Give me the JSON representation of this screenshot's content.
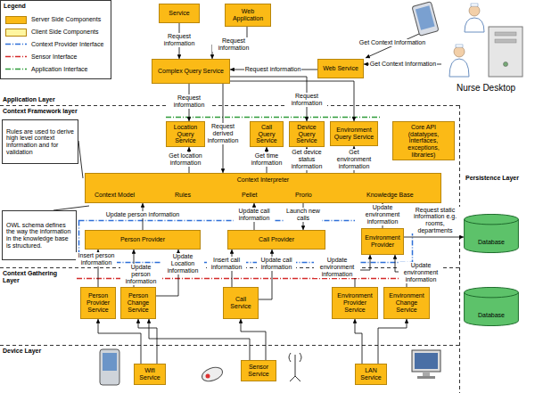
{
  "diagram": {
    "nodes": [
      {
        "text": [
          "Service"
        ]
      },
      {
        "text": [
          "Web Application"
        ]
      },
      {
        "text": [
          "Complex Query Service"
        ]
      },
      {
        "text": [
          "Web Service"
        ]
      },
      {
        "text": [
          "Nurse Desktop"
        ]
      },
      {
        "text": [
          "Rules are used to derive high level context information and for validation"
        ]
      },
      {
        "text": [
          "Location Query Service"
        ]
      },
      {
        "text": [
          "Call Query Service"
        ]
      },
      {
        "text": [
          "Device Query Service"
        ]
      },
      {
        "text": [
          "Environment Query Service"
        ]
      },
      {
        "text": [
          "Core API (datatypes, interfaces, exceptions, libraries)"
        ]
      },
      {
        "text": [
          "Context Interpreter",
          "Context Model",
          "Rules",
          "Pellet",
          "Prorio",
          "Knowledge Base"
        ]
      },
      {
        "text": [
          "OWL schema defines the way the information in the knowledge base is structured."
        ]
      },
      {
        "text": [
          "Person Provider"
        ]
      },
      {
        "text": [
          "Call Provider"
        ]
      },
      {
        "text": [
          "Environment Provider"
        ]
      },
      {
        "text": [
          "Database"
        ]
      },
      {
        "text": [
          "Person Provider Service"
        ]
      },
      {
        "text": [
          "Person Change Service"
        ]
      },
      {
        "text": [
          "Call Service"
        ]
      },
      {
        "text": [
          "Environment Provider Service"
        ]
      },
      {
        "text": [
          "Environment Change Service"
        ]
      },
      {
        "text": [
          "Database"
        ]
      },
      {
        "text": [
          "Wifi Service"
        ]
      },
      {
        "text": [
          "Sensor Service"
        ]
      },
      {
        "text": [
          "LAN Service"
        ]
      }
    ],
    "edges": [
      {
        "from": 0,
        "to": 2,
        "arrow": "to",
        "label": "Request information"
      },
      {
        "from": 1,
        "to": 2,
        "arrow": "to",
        "label": "Request information"
      },
      {
        "from": 3,
        "to": 2,
        "arrow": "to",
        "label": "Request information"
      },
      {
        "from": 4,
        "to": 3,
        "arrow": "to",
        "label": "Get Context Information"
      },
      {
        "from": 2,
        "to": 6,
        "arrow": "to",
        "label": "Request information"
      },
      {
        "from": 2,
        "to": 11,
        "arrow": "to",
        "label": "Request derived information"
      },
      {
        "from": 2,
        "to": 8,
        "arrow": "to",
        "label": "Request information"
      },
      {
        "from": 2,
        "to": 9,
        "arrow": "to"
      },
      {
        "from": 11,
        "to": 6,
        "arrow": "to",
        "label": "Get location information"
      },
      {
        "from": 11,
        "to": 7,
        "arrow": "to",
        "label": "Get time information"
      },
      {
        "from": 11,
        "to": 8,
        "arrow": "to",
        "label": "Get device status information"
      },
      {
        "from": 11,
        "to": 9,
        "arrow": "to",
        "label": "Get environment information"
      },
      {
        "from": 13,
        "to": 11,
        "arrow": "to",
        "label": "Update person information"
      },
      {
        "from": 14,
        "to": 11,
        "arrow": "to",
        "label": "Update call information"
      },
      {
        "from": 11,
        "to": 14,
        "arrow": "to",
        "label": "Launch new calls"
      },
      {
        "from": 15,
        "to": 11,
        "arrow": "to",
        "label": "Update environment information"
      },
      {
        "from": 15,
        "to": 16,
        "arrow": "to",
        "label": "Request static information e.g. rooms, departments"
      },
      {
        "from": 17,
        "to": 13,
        "arrow": "to",
        "label": "Insert person information"
      },
      {
        "from": 18,
        "to": 13,
        "arrow": "to",
        "label": "Update person information"
      },
      {
        "from": 18,
        "to": 13,
        "arrow": "to",
        "label": "Update Location information"
      },
      {
        "from": 19,
        "to": 14,
        "arrow": "to",
        "label": "Insert call information"
      },
      {
        "from": 19,
        "to": 14,
        "arrow": "to",
        "label": "Update call information"
      },
      {
        "from": 20,
        "to": 15,
        "arrow": "to",
        "label": "Update environment information"
      },
      {
        "from": 21,
        "to": 15,
        "arrow": "to",
        "label": "Update environment information"
      },
      {
        "from": 23,
        "to": 17,
        "arrow": "to"
      },
      {
        "from": 23,
        "to": 18,
        "arrow": "to"
      },
      {
        "from": 24,
        "to": 18,
        "arrow": "to"
      },
      {
        "from": 24,
        "to": 19,
        "arrow": "to"
      },
      {
        "from": 25,
        "to": 20,
        "arrow": "to"
      },
      {
        "from": 25,
        "to": 21,
        "arrow": "to"
      }
    ],
    "labels": [
      "Legend",
      "Application Layer",
      "Context Framework layer",
      "Context Gathering Layer",
      "Device Layer",
      "Persistence Layer",
      "Get Context Information"
    ],
    "legend": [
      {
        "text": "Server Side Components",
        "color": "#FBBA16"
      },
      {
        "text": "Client Side Components",
        "color": "#FFF6A0"
      },
      {
        "text": "Context Provider Interface"
      },
      {
        "text": "Sensor Interface"
      },
      {
        "text": "Application Interface"
      }
    ]
  }
}
